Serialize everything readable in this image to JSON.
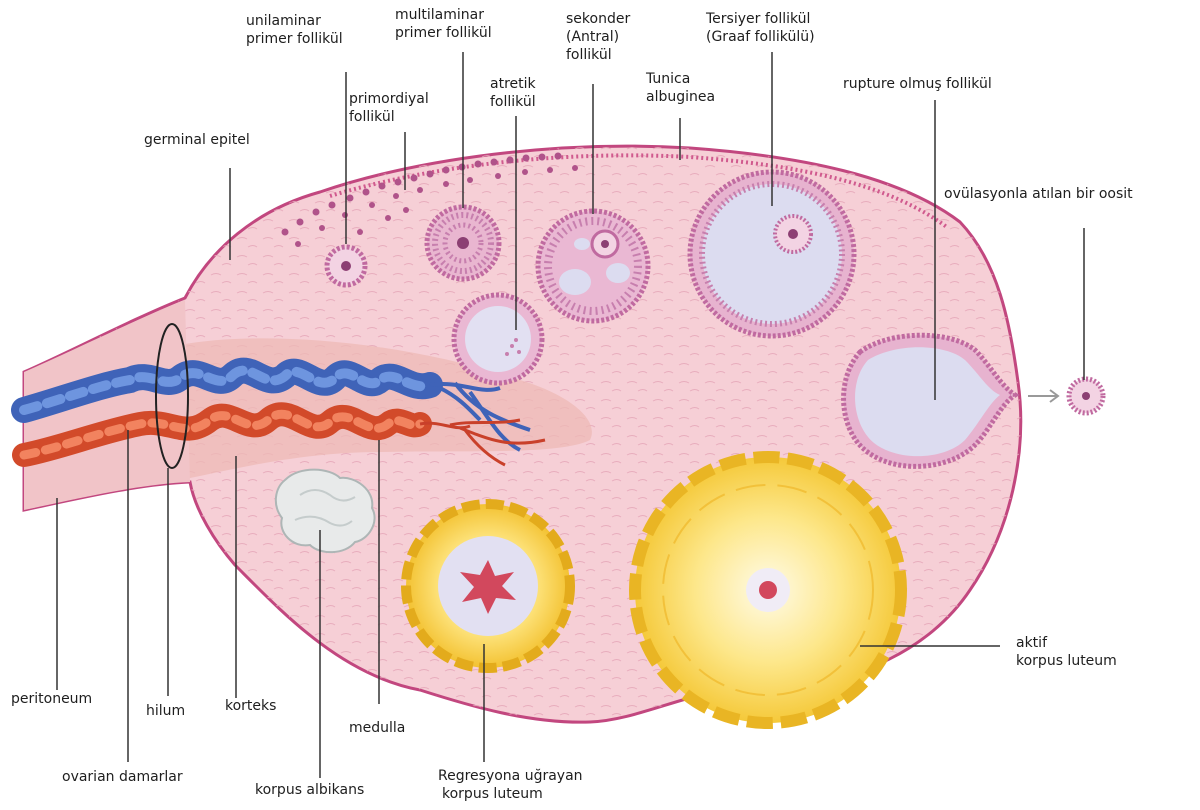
{
  "labels": {
    "unilaminar": [
      "unilaminar",
      "primer follikül"
    ],
    "multilaminar": [
      "multilaminar",
      "primer follikül"
    ],
    "sekonder": [
      "sekonder",
      "(Antral)",
      "follikül"
    ],
    "tersiyer": [
      "Tersiyer follikül",
      "(Graaf follikülü)"
    ],
    "primordiyal": [
      "primordiyal",
      "follikül"
    ],
    "atretik": [
      "atretik",
      "follikül"
    ],
    "tunica": [
      "Tunica",
      "albuginea"
    ],
    "rupture": "rupture olmuş follikül",
    "germinal": "germinal epitel",
    "ovulasyon": "ovülasyonla atılan bir oosit",
    "peritoneum": "peritoneum",
    "hilum": "hilum",
    "korteks": "korteks",
    "medulla": "medulla",
    "ovarian": "ovarian damarlar",
    "albikans": "korpus albikans",
    "regresyon": [
      "Regresyona uğrayan",
      "korpus luteum"
    ],
    "aktif": [
      "aktif",
      "korpus luteum"
    ]
  },
  "colors": {
    "ovary_fill": "#f6cfd6",
    "epithelium": "#c2477f",
    "follicle_cells": "#c06aa0",
    "antrum": "#dcdcf0",
    "artery": "#e8623c",
    "vein": "#4a72c4",
    "corpus_luteum": "#f8d449",
    "corpus_albicans": "#e8eaea",
    "leader_line": "#333333"
  }
}
